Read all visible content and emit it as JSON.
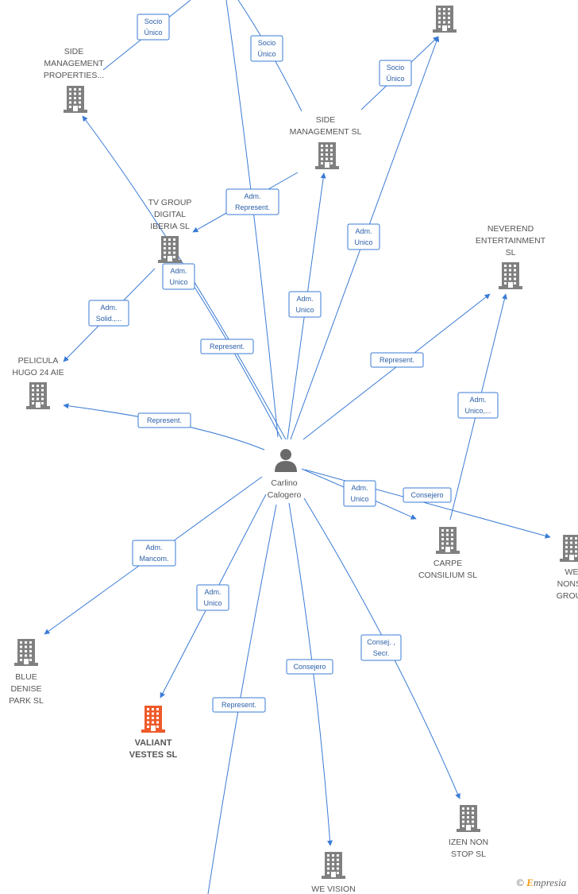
{
  "center": {
    "id": "c",
    "label": [
      "Carlino",
      "Calogero"
    ]
  },
  "nodes": [
    {
      "id": "n1",
      "label": []
    },
    {
      "id": "side_props",
      "label": [
        "SIDE",
        "MANAGEMENT",
        "PROPERTIES..."
      ]
    },
    {
      "id": "side_mgmt",
      "label": [
        "SIDE",
        "MANAGEMENT SL"
      ]
    },
    {
      "id": "tvgroup",
      "label": [
        "TV GROUP",
        "DIGITAL",
        "IBERIA SL"
      ]
    },
    {
      "id": "neverend",
      "label": [
        "NEVEREND",
        "ENTERTAINMENT",
        "SL"
      ]
    },
    {
      "id": "pelicula",
      "label": [
        "PELICULA",
        "HUGO 24 AIE"
      ]
    },
    {
      "id": "carpe",
      "label": [
        "CARPE",
        "CONSILIUM  SL"
      ]
    },
    {
      "id": "wenons",
      "label": [
        "WE",
        "NONST",
        "GROUP"
      ]
    },
    {
      "id": "blue",
      "label": [
        "BLUE",
        "DENISE",
        "PARK  SL"
      ]
    },
    {
      "id": "valiant",
      "label": [
        "VALIANT",
        "VESTES  SL"
      ],
      "highlight": true
    },
    {
      "id": "izen",
      "label": [
        "IZEN NON",
        "STOP  SL"
      ]
    },
    {
      "id": "wevision",
      "label": [
        "WE VISION"
      ]
    }
  ],
  "edges": [
    {
      "label": [
        "Socio",
        "Único"
      ]
    },
    {
      "label": [
        "Socio",
        "Único"
      ]
    },
    {
      "label": [
        "Socio",
        "Único"
      ]
    },
    {
      "label": [
        "Adm.",
        "Represent."
      ]
    },
    {
      "label": [
        "Adm.",
        "Unico"
      ]
    },
    {
      "label": [
        "Adm.",
        "Unico"
      ]
    },
    {
      "label": [
        "Adm.",
        "Unico"
      ]
    },
    {
      "label": [
        "Adm.",
        "Solid.,..."
      ]
    },
    {
      "label": [
        "Represent."
      ]
    },
    {
      "label": [
        "Represent."
      ]
    },
    {
      "label": [
        "Represent."
      ]
    },
    {
      "label": [
        "Adm.",
        "Unico,..."
      ]
    },
    {
      "label": [
        "Adm.",
        "Unico"
      ]
    },
    {
      "label": [
        "Consejero"
      ]
    },
    {
      "label": [
        "Adm.",
        "Mancom."
      ]
    },
    {
      "label": [
        "Adm.",
        "Unico"
      ]
    },
    {
      "label": [
        "Represent."
      ]
    },
    {
      "label": [
        "Consejero"
      ]
    },
    {
      "label": [
        "Consej. ,",
        "Secr."
      ]
    }
  ],
  "brand": {
    "symbol": "©",
    "initial": "E",
    "name": "mpresia"
  },
  "colors": {
    "edge": "#3a7bd5",
    "node": "#808080",
    "highlight": "#ee5a2a"
  }
}
